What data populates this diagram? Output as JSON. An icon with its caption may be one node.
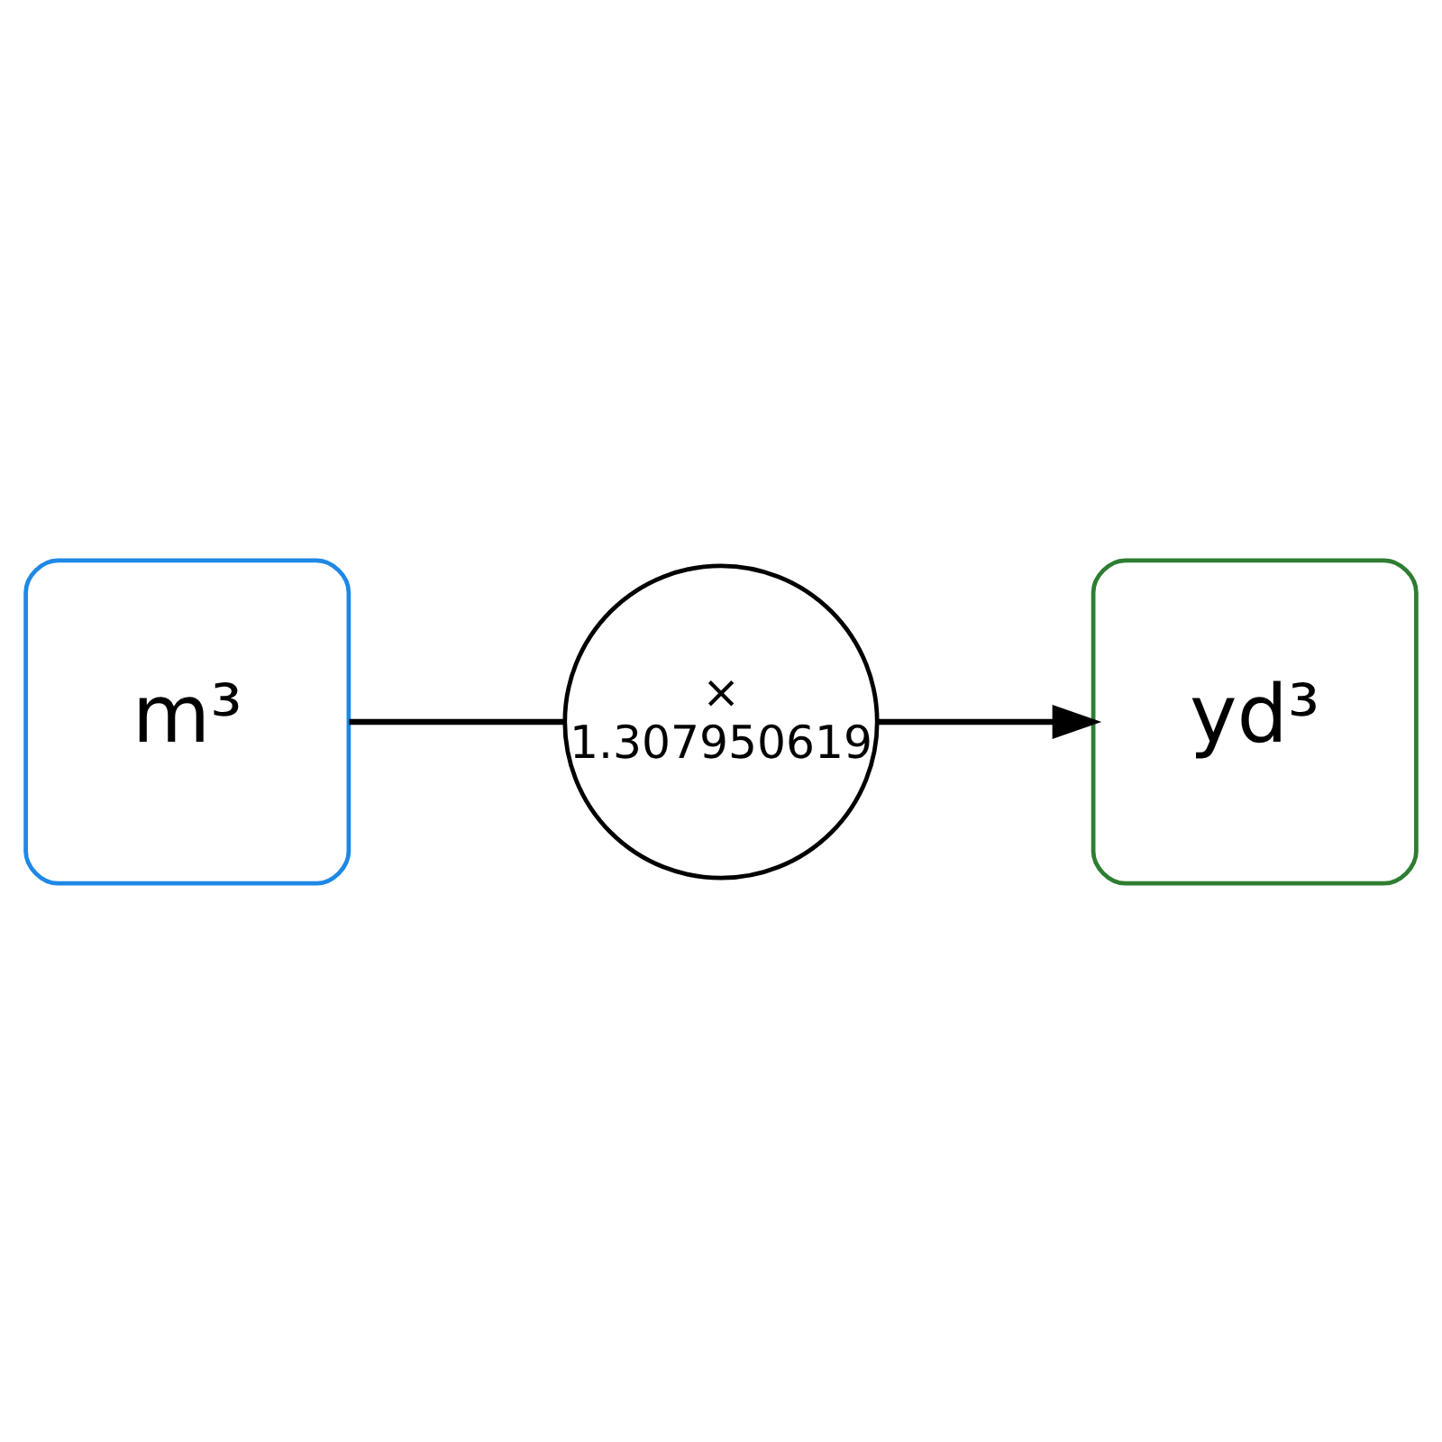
{
  "diagram": {
    "nodes": [
      {
        "text": [
          "m³"
        ]
      },
      {
        "text": [
          "×",
          "1.307950619"
        ]
      },
      {
        "text": [
          "yd³"
        ]
      }
    ],
    "edges": [
      {
        "from": 0,
        "to": 1,
        "arrow": "none"
      },
      {
        "from": 1,
        "to": 2,
        "arrow": "to"
      }
    ]
  }
}
